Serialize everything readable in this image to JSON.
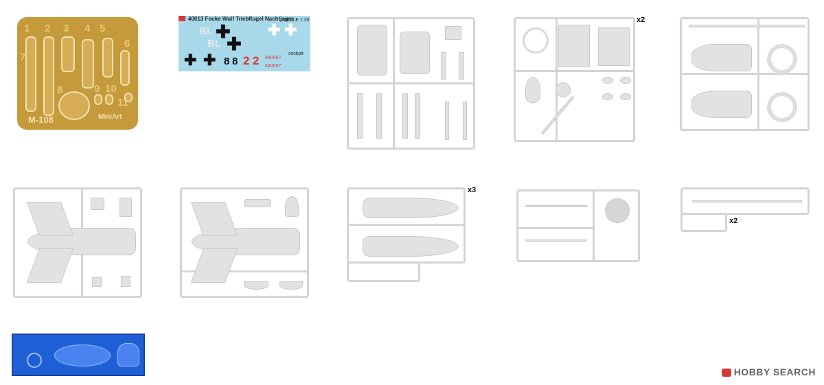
{
  "photo_etch": {
    "label": "M-108",
    "brand": "MiniArt",
    "numbers": [
      "1",
      "2",
      "3",
      "4",
      "5",
      "6",
      "7",
      "8",
      "9",
      "10",
      "11"
    ]
  },
  "decal": {
    "title": "40013 Focke Wulf Triebflugel Nachtjager",
    "scale": "SCALE 1:35",
    "markings": [
      "BL",
      "BL",
      "8",
      "8",
      "2",
      "2"
    ],
    "serials": [
      "640097",
      "640097"
    ],
    "cockpit": "cockpit"
  },
  "multipliers": {
    "sprue_top4": "x2",
    "sprue_mid3": "x3",
    "sprue_mid5": "x2"
  },
  "logo": {
    "text": "HOBBY SEARCH"
  },
  "colors": {
    "sprue": "#d4d4d4",
    "photo_etch": "#c49a3a",
    "decal_bg": "#a8d9ea",
    "clear_sprue": "#1e5fd6"
  }
}
